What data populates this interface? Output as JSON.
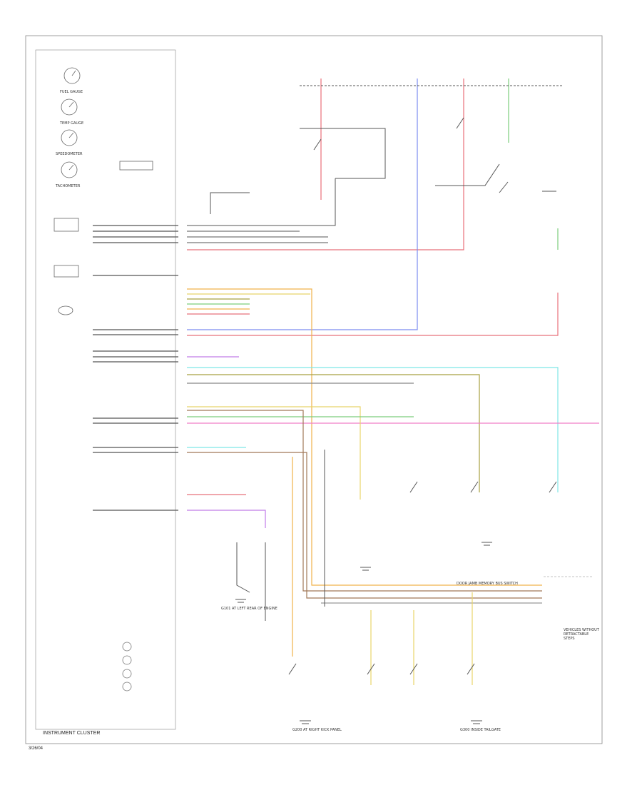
{
  "diagram": {
    "bottom_label": "INSTRUMENT CLUSTER",
    "corner_label": "3/26/04",
    "gauge_labels": [
      "FUEL GAUGE",
      "TEMP GAUGE",
      "SPEEDOMETER",
      "TACHOMETER"
    ],
    "ground_labels": [
      "G101 AT LEFT REAR OF ENGINE",
      "G200 AT RIGHT KICK PANEL",
      "G300 INSIDE TAILGATE"
    ],
    "right_note": "VEHICLES WITHOUT RETRACTABLE STEPS",
    "connector_label": "DOOR JAMB MEMORY BUS SWITCH",
    "wire_colors": {
      "red": "#e8707a",
      "pink": "#f07ec8",
      "blue": "#7c8cf0",
      "green": "#7ccd7c",
      "orange": "#f0b24a",
      "yellow": "#e8d46a",
      "cyan": "#7ee6e6",
      "olive": "#a8a040",
      "violet": "#c07ce8",
      "brown": "#a07858",
      "gray": "#666666",
      "black": "#444444"
    }
  }
}
